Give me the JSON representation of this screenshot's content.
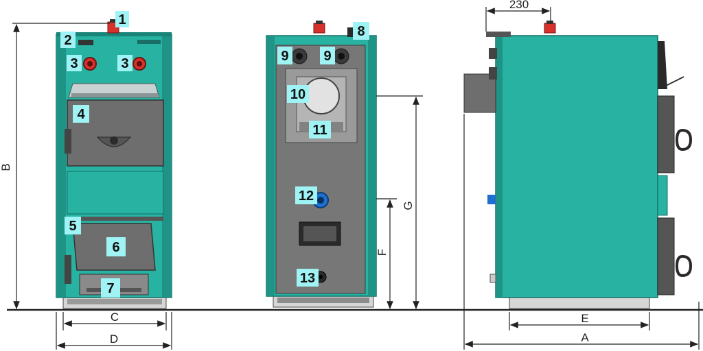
{
  "callouts": {
    "c1": "1",
    "c2": "2",
    "c3a": "3",
    "c3b": "3",
    "c4": "4",
    "c5": "5",
    "c6": "6",
    "c7": "7",
    "c8": "8",
    "c9a": "9",
    "c9b": "9",
    "c10": "10",
    "c11": "11",
    "c12": "12",
    "c13": "13"
  },
  "dimensions": {
    "A": "A",
    "B": "B",
    "C": "C",
    "D": "D",
    "E": "E",
    "F": "F",
    "G": "G",
    "top_offset": "230"
  },
  "colors": {
    "teal": "#26b3a3",
    "teal_dark": "#1a8e82",
    "grey": "#6f6f6f",
    "grey_dark": "#4a4a4a",
    "red": "#d8302a",
    "blue": "#1f6fd0",
    "callout_bg": "#9ff3f5"
  }
}
